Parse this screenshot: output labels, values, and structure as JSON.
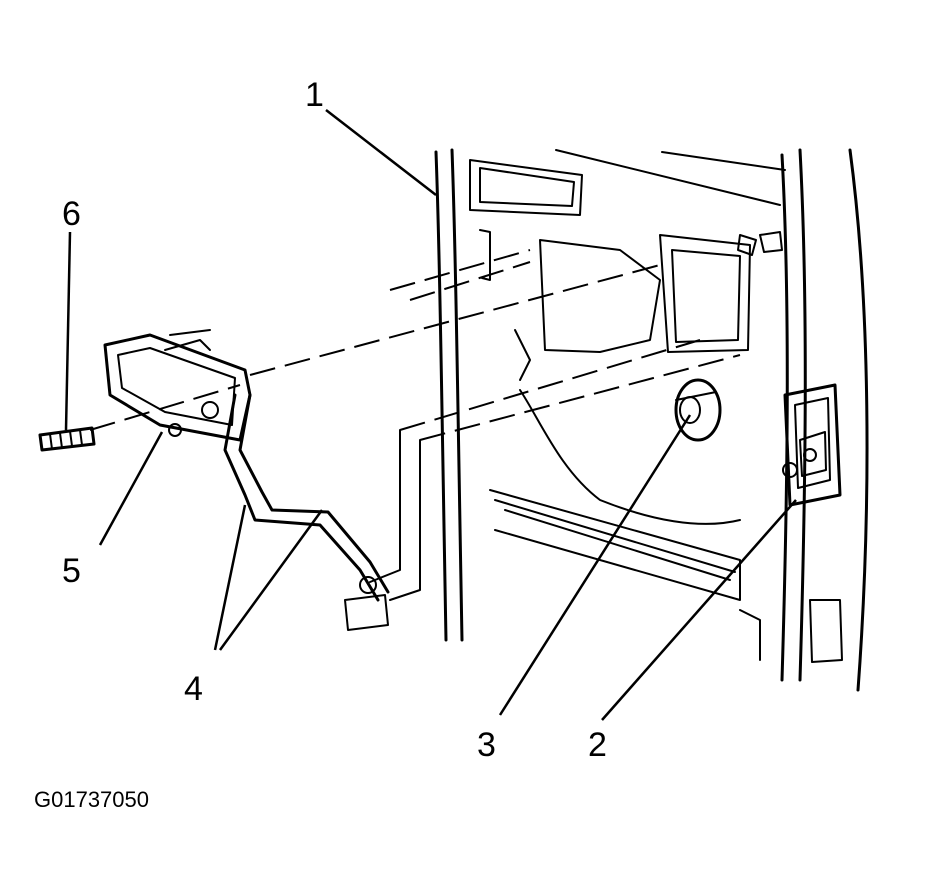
{
  "figure_code": "G01737050",
  "callouts": [
    {
      "id": "1",
      "label": "1"
    },
    {
      "id": "2",
      "label": "2"
    },
    {
      "id": "3",
      "label": "3"
    },
    {
      "id": "4",
      "label": "4"
    },
    {
      "id": "5",
      "label": "5"
    },
    {
      "id": "6",
      "label": "6"
    }
  ]
}
